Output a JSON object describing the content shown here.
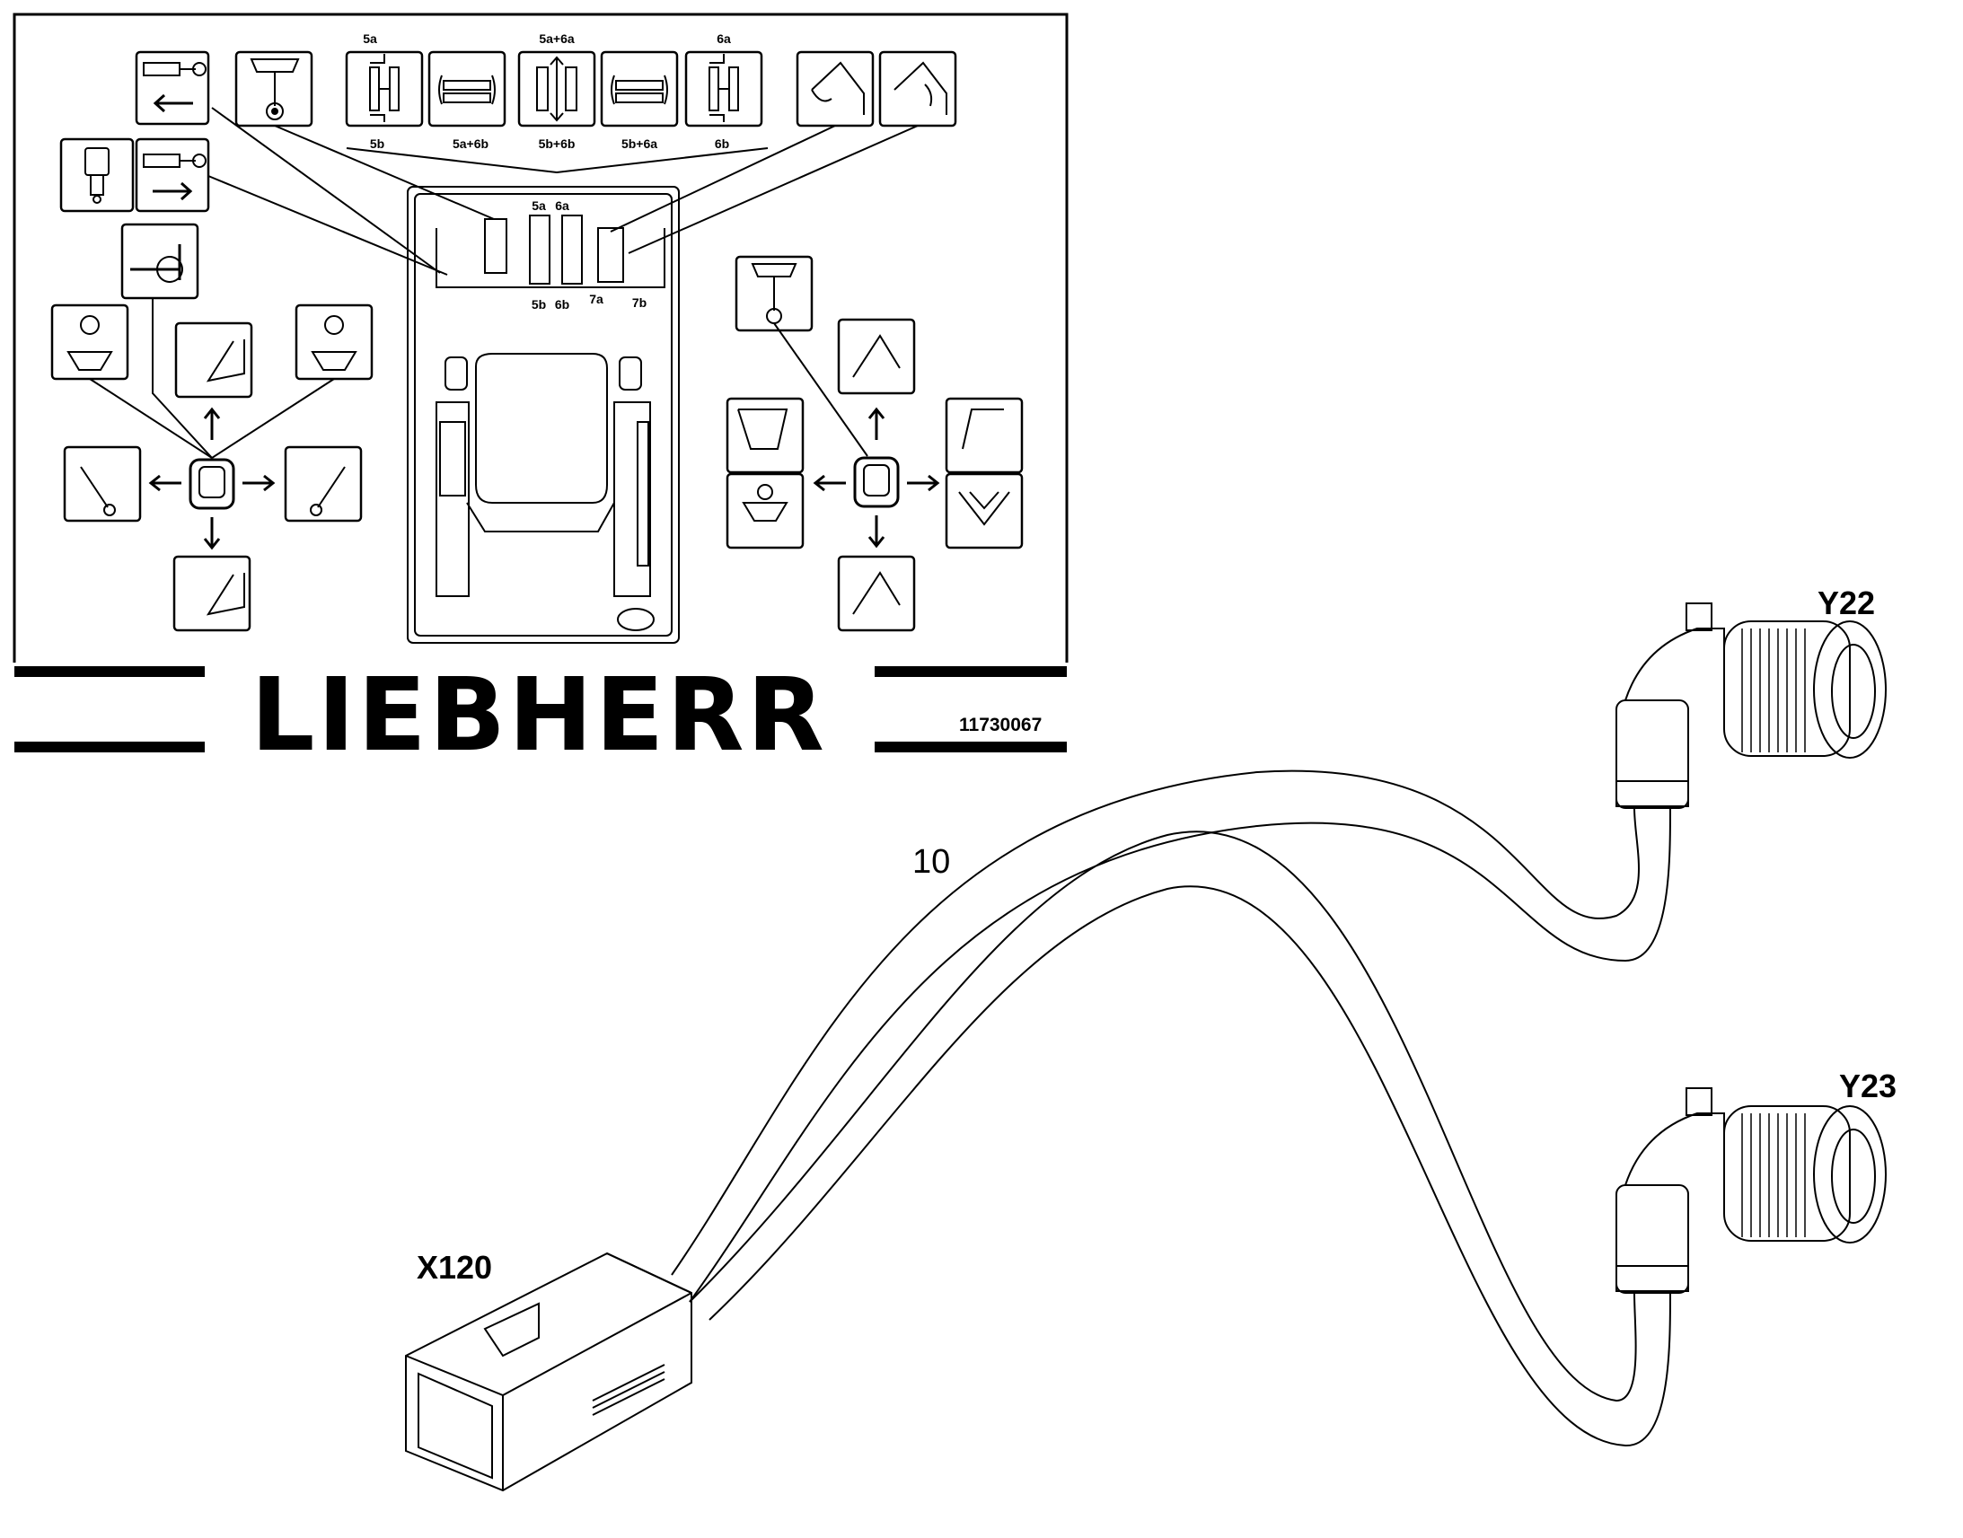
{
  "decal": {
    "brand": "LIEBHERR",
    "part_number": "11730067",
    "travel_pedals": {
      "top_labels": [
        "5a",
        "5a+6a",
        "6a"
      ],
      "bottom_labels": [
        "5b",
        "5a+6b",
        "5b+6b",
        "5b+6a",
        "6b"
      ]
    },
    "cab_pedal_labels": {
      "top": [
        "5a",
        "6a"
      ],
      "bottom": [
        "5b",
        "6b",
        "7a",
        "7b"
      ]
    },
    "icons": {
      "left_cluster": [
        "cylinder-retract-icon",
        "cylinder-extend-icon",
        "pin-icon",
        "horn-icon",
        "swing-left-icon",
        "swing-right-icon",
        "bucket-curl-icon",
        "bucket-dump-icon",
        "boom-left-icon",
        "boom-right-icon"
      ],
      "right_cluster": [
        "hammer-icon",
        "stick-out-icon",
        "stick-in-icon",
        "bucket-in-icon",
        "bucket-out-icon",
        "grab-close-icon",
        "grab-open-icon",
        "boom-down-icon"
      ]
    }
  },
  "harness": {
    "item_number": "10",
    "connectors": {
      "plug": "X120",
      "valve_1": "Y22",
      "valve_2": "Y23"
    }
  }
}
